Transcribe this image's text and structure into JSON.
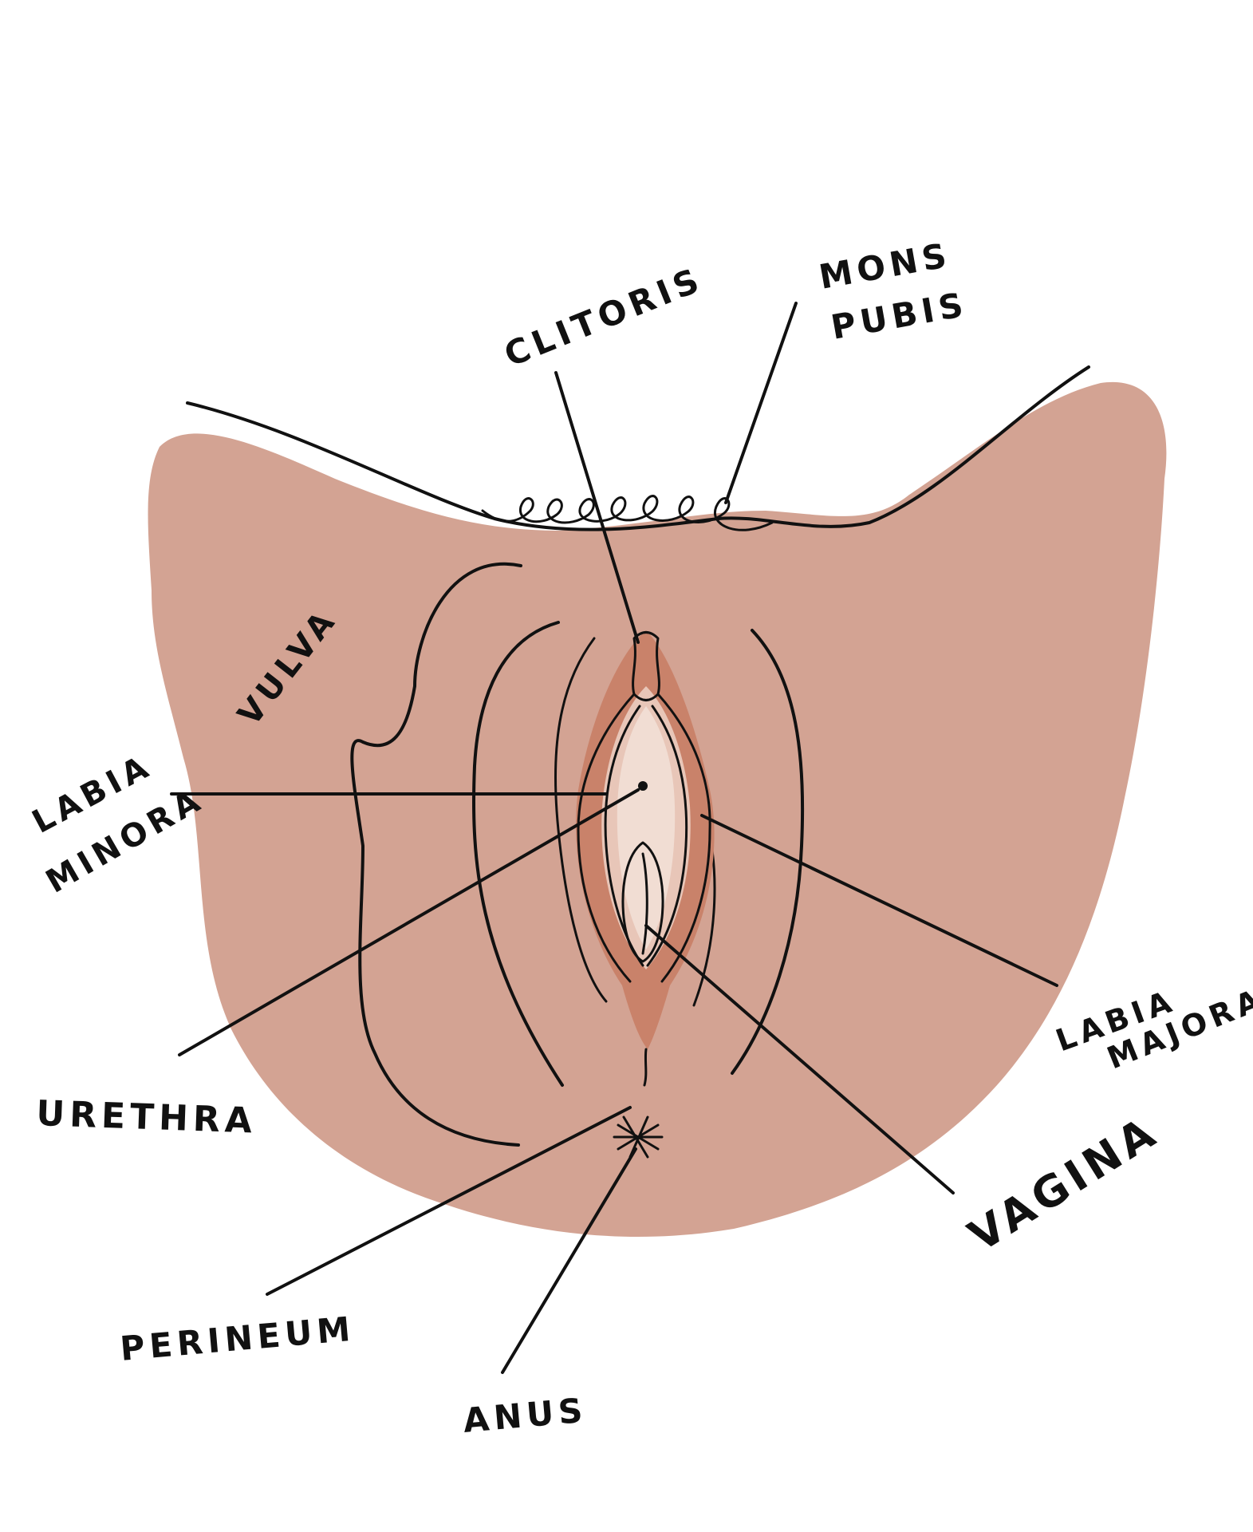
{
  "colors": {
    "skin": "#d3a393",
    "labia_outer": "#c9826a",
    "labia_inner": "#e8c6b8",
    "vestibule": "#f1ddd3",
    "vaginal_opening": "#a8283d",
    "ink": "#111111",
    "background": "#ffffff"
  },
  "labels": {
    "clitoris": "CLITORIS",
    "mons_pubis_line1": "MONS",
    "mons_pubis_line2": "PUBIS",
    "vulva": "VULVA",
    "labia_minora_line1": "LABIA",
    "labia_minora_line2": "MINORA",
    "urethra": "URETHRA",
    "labia_majora_line1": "LABIA",
    "labia_majora_line2": "MAJORA",
    "vagina": "VAGINA",
    "perineum": "PERINEUM",
    "anus": "ANUS"
  }
}
